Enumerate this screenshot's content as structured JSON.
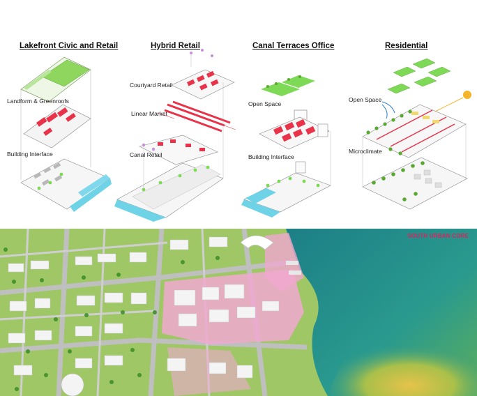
{
  "columns": [
    {
      "title": "Lakefront Civic and Retail",
      "labels": [
        "Landform & Greenroofs",
        "Building Interface"
      ]
    },
    {
      "title": "Hybrid Retail",
      "labels": [
        "Courtyard Retail",
        "Linear Market",
        "Canal Retail"
      ]
    },
    {
      "title": "Canal Terraces Office",
      "labels": [
        "Open Space",
        "Building Interface"
      ]
    },
    {
      "title": "Residential",
      "labels": [
        "Open Space",
        "Microclimate"
      ]
    }
  ],
  "map": {
    "label": "SOUTH URBAN CORE"
  },
  "colors": {
    "green": "#7ed957",
    "red": "#e8334a",
    "water": "#6fd3e8",
    "pink": "#f0a8d0",
    "sea": "#1f8f8a"
  }
}
